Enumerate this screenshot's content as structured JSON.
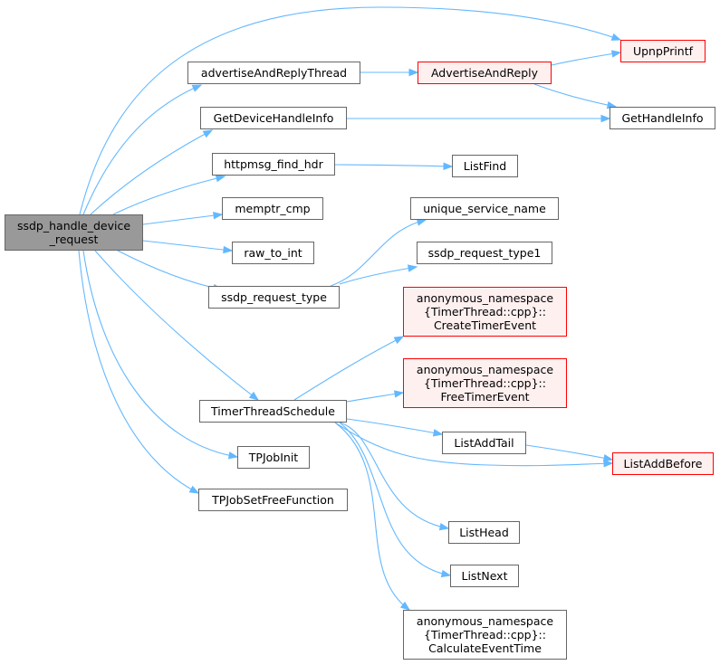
{
  "graph": {
    "edge_color": "#63b8ff",
    "node_border": "#666666",
    "highlight_border": "#ff0000",
    "root_fill": "#999999",
    "nodes": {
      "ssdp_handle_device_request": {
        "lines": [
          "ssdp_handle_device",
          "_request"
        ]
      },
      "advertiseAndReplyThread": {
        "lines": [
          "advertiseAndReplyThread"
        ]
      },
      "AdvertiseAndReply": {
        "lines": [
          "AdvertiseAndReply"
        ]
      },
      "UpnpPrintf": {
        "lines": [
          "UpnpPrintf"
        ]
      },
      "GetDeviceHandleInfo": {
        "lines": [
          "GetDeviceHandleInfo"
        ]
      },
      "GetHandleInfo": {
        "lines": [
          "GetHandleInfo"
        ]
      },
      "httpmsg_find_hdr": {
        "lines": [
          "httpmsg_find_hdr"
        ]
      },
      "ListFind": {
        "lines": [
          "ListFind"
        ]
      },
      "memptr_cmp": {
        "lines": [
          "memptr_cmp"
        ]
      },
      "unique_service_name": {
        "lines": [
          "unique_service_name"
        ]
      },
      "raw_to_int": {
        "lines": [
          "raw_to_int"
        ]
      },
      "ssdp_request_type1": {
        "lines": [
          "ssdp_request_type1"
        ]
      },
      "ssdp_request_type": {
        "lines": [
          "ssdp_request_type"
        ]
      },
      "CreateTimerEvent": {
        "lines": [
          "anonymous_namespace",
          "{TimerThread::cpp}::",
          "CreateTimerEvent"
        ]
      },
      "FreeTimerEvent": {
        "lines": [
          "anonymous_namespace",
          "{TimerThread::cpp}::",
          "FreeTimerEvent"
        ]
      },
      "TimerThreadSchedule": {
        "lines": [
          "TimerThreadSchedule"
        ]
      },
      "ListAddTail": {
        "lines": [
          "ListAddTail"
        ]
      },
      "TPJobInit": {
        "lines": [
          "TPJobInit"
        ]
      },
      "ListAddBefore": {
        "lines": [
          "ListAddBefore"
        ]
      },
      "TPJobSetFreeFunction": {
        "lines": [
          "TPJobSetFreeFunction"
        ]
      },
      "ListHead": {
        "lines": [
          "ListHead"
        ]
      },
      "ListNext": {
        "lines": [
          "ListNext"
        ]
      },
      "CalculateEventTime": {
        "lines": [
          "anonymous_namespace",
          "{TimerThread::cpp}::",
          "CalculateEventTime"
        ]
      }
    },
    "edges": [
      [
        "ssdp_handle_device_request",
        "UpnpPrintf"
      ],
      [
        "ssdp_handle_device_request",
        "advertiseAndReplyThread"
      ],
      [
        "ssdp_handle_device_request",
        "GetDeviceHandleInfo"
      ],
      [
        "ssdp_handle_device_request",
        "httpmsg_find_hdr"
      ],
      [
        "ssdp_handle_device_request",
        "memptr_cmp"
      ],
      [
        "ssdp_handle_device_request",
        "raw_to_int"
      ],
      [
        "ssdp_handle_device_request",
        "ssdp_request_type"
      ],
      [
        "ssdp_handle_device_request",
        "TimerThreadSchedule"
      ],
      [
        "ssdp_handle_device_request",
        "TPJobInit"
      ],
      [
        "ssdp_handle_device_request",
        "TPJobSetFreeFunction"
      ],
      [
        "advertiseAndReplyThread",
        "AdvertiseAndReply"
      ],
      [
        "AdvertiseAndReply",
        "UpnpPrintf"
      ],
      [
        "AdvertiseAndReply",
        "GetHandleInfo"
      ],
      [
        "GetDeviceHandleInfo",
        "GetHandleInfo"
      ],
      [
        "httpmsg_find_hdr",
        "ListFind"
      ],
      [
        "ssdp_request_type",
        "unique_service_name"
      ],
      [
        "ssdp_request_type",
        "ssdp_request_type1"
      ],
      [
        "TimerThreadSchedule",
        "CreateTimerEvent"
      ],
      [
        "TimerThreadSchedule",
        "FreeTimerEvent"
      ],
      [
        "TimerThreadSchedule",
        "ListAddTail"
      ],
      [
        "TimerThreadSchedule",
        "ListAddBefore"
      ],
      [
        "TimerThreadSchedule",
        "ListHead"
      ],
      [
        "TimerThreadSchedule",
        "ListNext"
      ],
      [
        "TimerThreadSchedule",
        "CalculateEventTime"
      ],
      [
        "ListAddTail",
        "ListAddBefore"
      ]
    ]
  }
}
